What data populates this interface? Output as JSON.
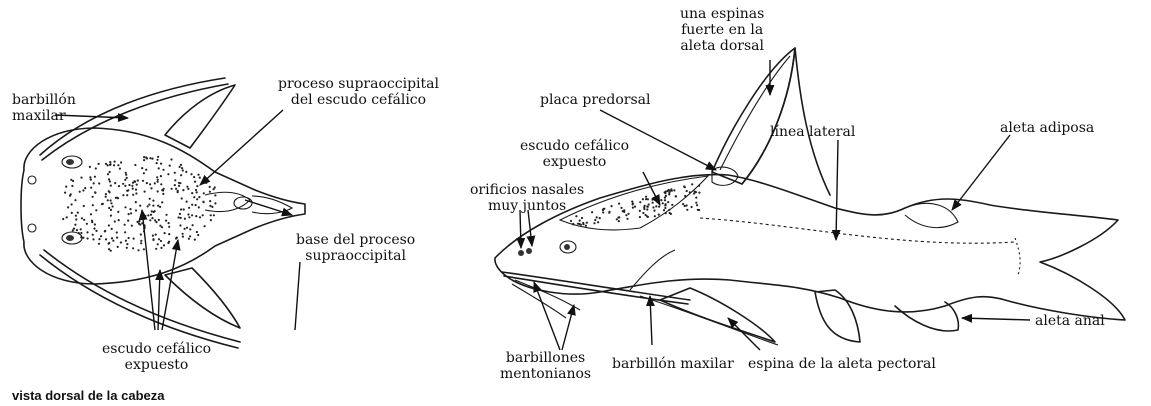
{
  "caption": "vista dorsal de la cabeza",
  "left_head": {
    "barbillon_maxilar": [
      "barbillón",
      "maxilar"
    ],
    "proceso_supraoccipital": [
      "proceso supraoccipital",
      "del escudo cefálico"
    ],
    "base_proceso": [
      "base del proceso",
      "supraoccipital"
    ],
    "escudo_expuesto": [
      "escudo cefálico",
      "expuesto"
    ]
  },
  "fish": {
    "espina_dorsal": [
      "una espinas",
      "fuerte en la",
      "aleta dorsal"
    ],
    "placa_predorsal": "placa predorsal",
    "escudo_expuesto": [
      "escudo cefálico",
      "expuesto"
    ],
    "linea_lateral": "línea lateral",
    "aleta_adiposa": "aleta adiposa",
    "orificios_nasales": [
      "orificios nasales",
      "muy juntos"
    ],
    "aleta_anal": "aleta anal",
    "barbillones_mentonianos": [
      "barbillones",
      "mentonianos"
    ],
    "barbillon_maxilar": "barbillón maxilar",
    "espina_pectoral": "espina de la aleta pectoral"
  }
}
